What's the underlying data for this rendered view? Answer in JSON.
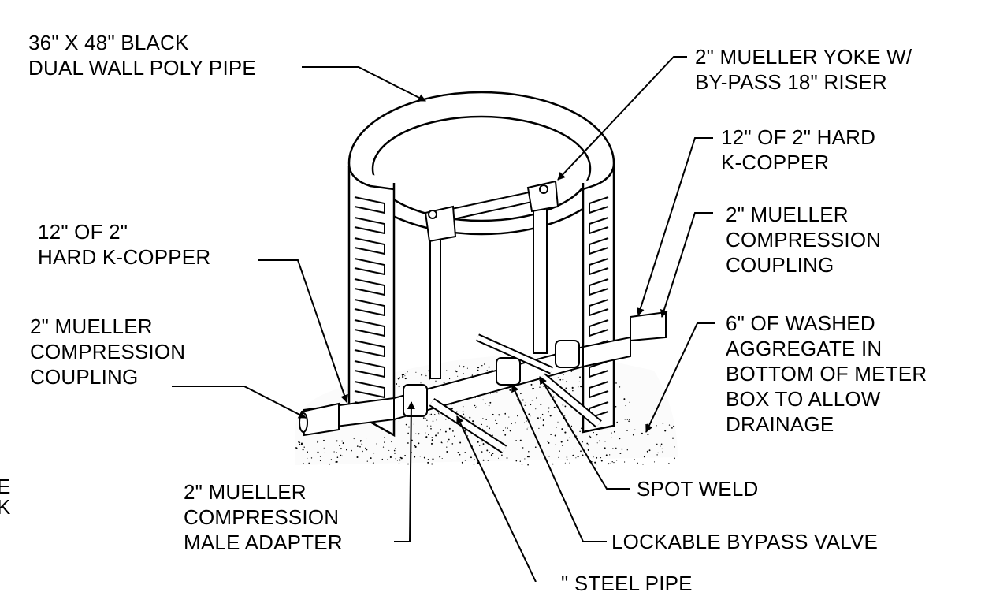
{
  "colors": {
    "ink": "#000000",
    "paper": "#ffffff"
  },
  "labels": {
    "poly_pipe": [
      "36\" X 48\" BLACK",
      "DUAL WALL POLY PIPE"
    ],
    "yoke": [
      "2\" MUELLER YOKE W/",
      "BY-PASS 18\" RISER"
    ],
    "copper_right": [
      "12\" OF 2\" HARD",
      "K-COPPER"
    ],
    "coupling_right": [
      "2\" MUELLER",
      "COMPRESSION",
      "COUPLING"
    ],
    "aggregate": [
      "6\" OF WASHED",
      "AGGREGATE IN",
      "BOTTOM OF METER",
      "BOX TO ALLOW",
      "DRAINAGE"
    ],
    "copper_left": [
      "12\" OF 2\"",
      "HARD K-COPPER"
    ],
    "coupling_left": [
      "2\" MUELLER",
      "COMPRESSION",
      "COUPLING"
    ],
    "male_adapter": [
      "2\" MUELLER",
      "COMPRESSION",
      "MALE ADAPTER"
    ],
    "spot_weld": [
      "SPOT WELD"
    ],
    "bypass_valve": [
      "LOCKABLE BYPASS VALVE"
    ],
    "steel_pipe_partial": [
      "\" STEEL PIPE"
    ],
    "edge_fragment": [
      "E",
      "K"
    ]
  }
}
